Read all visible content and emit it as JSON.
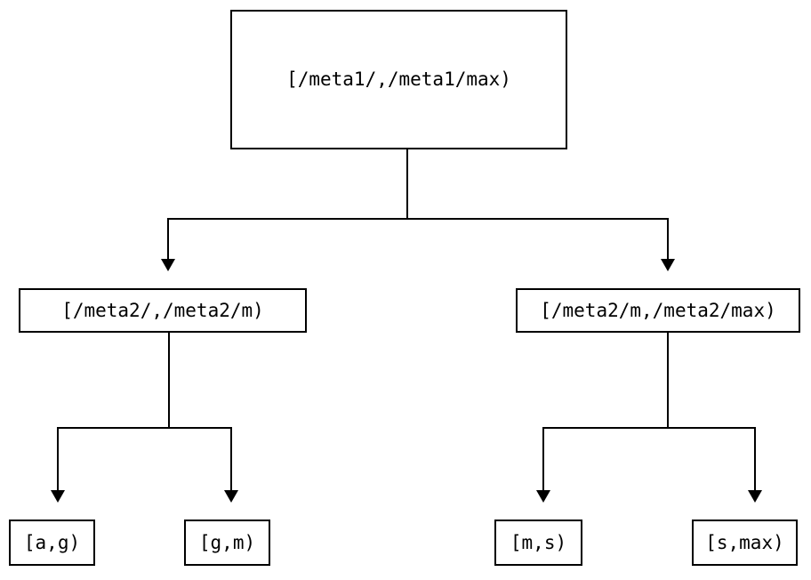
{
  "diagram": {
    "type": "interval-partition-tree",
    "background_color": "#ffffff",
    "stroke_color": "#000000",
    "nodes": {
      "root": {
        "label": "[/meta1/,/meta1/max)",
        "level": 0
      },
      "level2_left": {
        "label": "[/meta2/,/meta2/m)",
        "level": 1
      },
      "level2_right": {
        "label": "[/meta2/m,/meta2/max)",
        "level": 1
      },
      "leaf_1": {
        "label": "[a,g)",
        "level": 2
      },
      "leaf_2": {
        "label": "[g,m)",
        "level": 2
      },
      "leaf_3": {
        "label": "[m,s)",
        "level": 2
      },
      "leaf_4": {
        "label": "[s,max)",
        "level": 2
      }
    }
  }
}
